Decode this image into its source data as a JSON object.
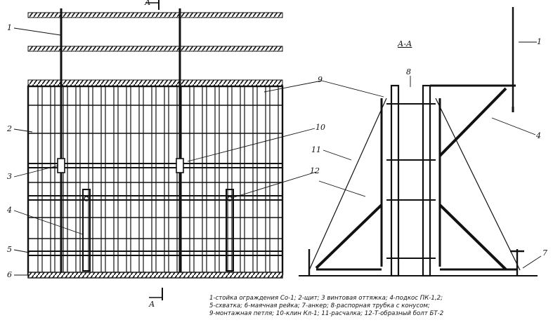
{
  "section_title": "А-А",
  "section_marker": "А",
  "callouts": {
    "left": [
      "1",
      "2",
      "3",
      "4",
      "5",
      "6"
    ],
    "mid": [
      "9",
      "10",
      "12",
      "11"
    ],
    "right": [
      "8",
      "1",
      "4",
      "7"
    ]
  },
  "legend": [
    "1-стойка ограждения Со-1; 2-щит; 3 винтовая оттяжка; 4-подкос ПК-1,2;",
    "5-схватка; 6-маячная рейка; 7-анкер; 8-распорная трубка с конусом;",
    "9-монтажная петля; 10-клин Кл-1; 11-расчалка; 12-Т-образный болт БТ-2"
  ]
}
